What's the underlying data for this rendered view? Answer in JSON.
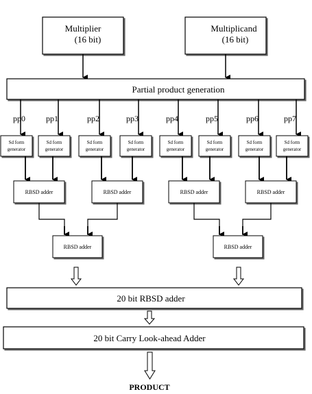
{
  "multiplier": {
    "line1": "Multiplier",
    "line2": "(16 bit)"
  },
  "multiplicand": {
    "line1": "Multiplicand",
    "line2": "(16 bit)"
  },
  "partial_product_generation": "Partial product generation",
  "pp_labels": [
    "pp0",
    "pp1",
    "pp2",
    "pp3",
    "pp4",
    "pp5",
    "pp6",
    "pp7"
  ],
  "sd_form_generator": {
    "line1": "Sd form",
    "line2": "generator"
  },
  "rbsd_adder_label": "RBSD adder",
  "rbsd_20bit": "20 bit RBSD adder",
  "cla_20bit": "20 bit Carry Look-ahead Adder",
  "product": "PRODUCT"
}
